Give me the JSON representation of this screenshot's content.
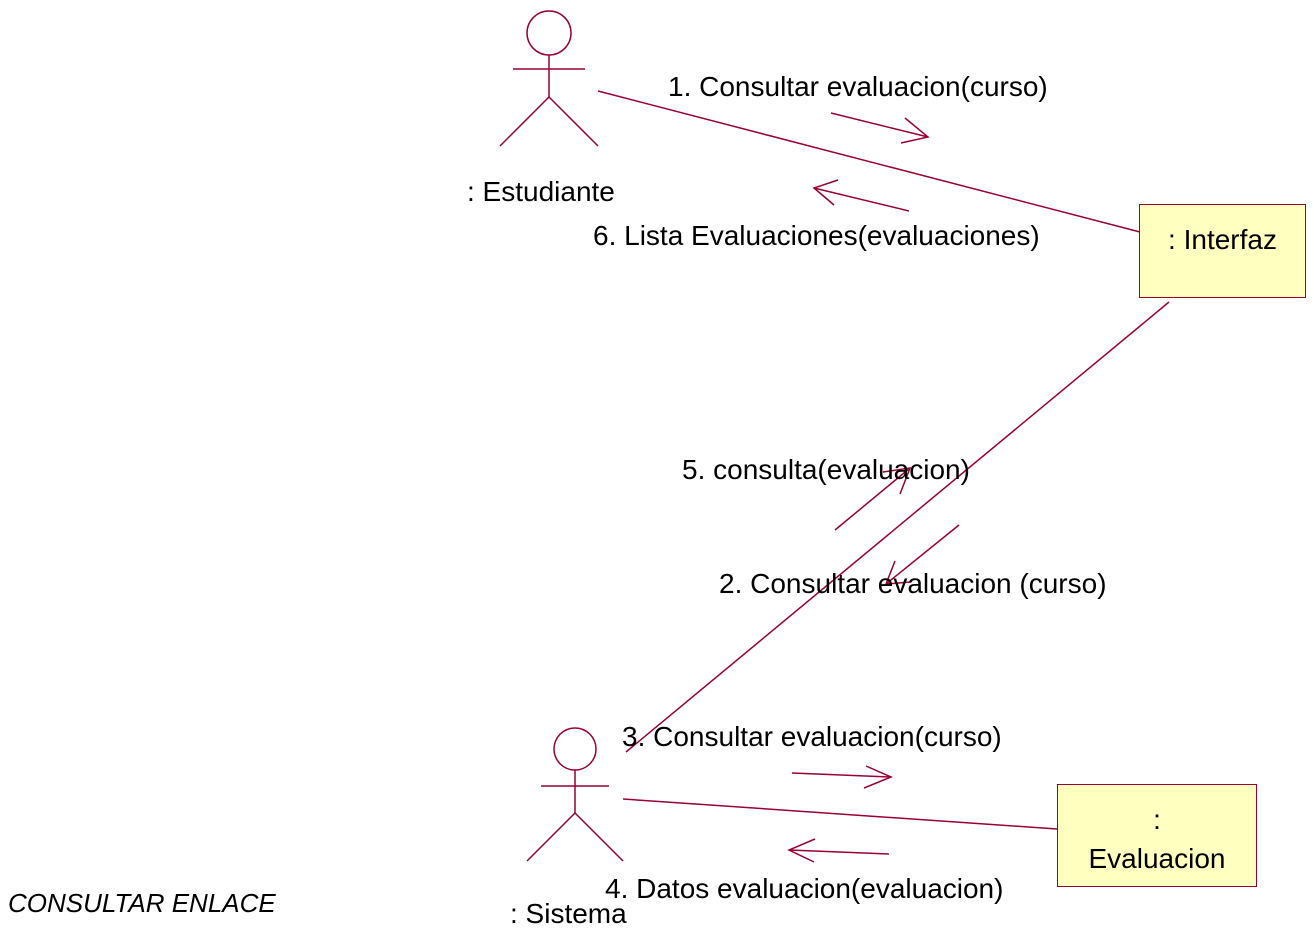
{
  "diagram": {
    "title": "CONSULTAR ENLACE",
    "actors": {
      "estudiante": ": Estudiante",
      "sistema": ": Sistema"
    },
    "objects": {
      "interfaz": ": Interfaz",
      "evaluacion_colon": ":",
      "evaluacion_name": "Evaluacion"
    },
    "messages": {
      "m1": "1. Consultar evaluacion(curso)",
      "m2": "2. Consultar evaluacion (curso)",
      "m3": "3. Consultar evaluacion(curso)",
      "m4": "4. Datos evaluacion(evaluacion)",
      "m5": "5. consulta(evaluacion)",
      "m6": "6. Lista Evaluaciones(evaluaciones)"
    },
    "colors": {
      "line": "#990033",
      "object_fill": "#ffffc0",
      "text": "#000000"
    }
  }
}
